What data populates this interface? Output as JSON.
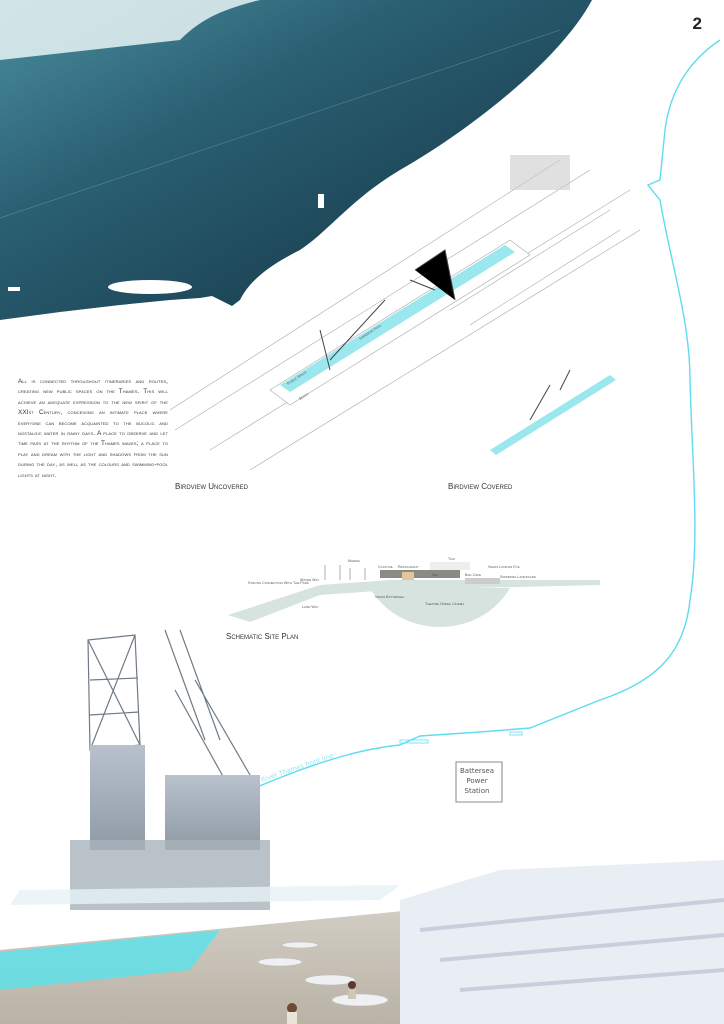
{
  "page_number": "2",
  "intro_text": "All is connected throughout itineraries and routes, creating new public spaces on the Thames. This will achieve an adequate expression to the new spirit of the XXIst Century, conceiving an intimate place where everyone can become acquainted to the bucolic and nostalgic water in rainy days. A place to observe and let time pass at the rhythm of the Thames waves; a place to play and dream with the light and shadows from the sun during the day, as well as the colours and swimming-pool lights at night.",
  "birdview": {
    "uncovered_caption": "Birdview Uncovered",
    "covered_caption": "Birdview Covered",
    "labels": [
      "Swimming Pool",
      "Public Space",
      "Beach"
    ]
  },
  "site_plan": {
    "caption": "Schematic Site Plan",
    "labels": {
      "marina": "Marina",
      "cocktail": "Cocktail",
      "restaurant": "Restaurant",
      "taxi": "Taxi",
      "spa": "Spa",
      "bar_cafe": "Bar Cafe",
      "views_london_eye": "Views London Eye",
      "swimming_landscape": "Swimming Landscape",
      "strong_connection": "Strong Connection With The Park",
      "water_way": "Water Way",
      "land_way": "Land Way",
      "views_battersea": "Views Battersea",
      "theatre": "Theatre Opera Cinema"
    }
  },
  "map": {
    "river_label": "River Thames front line",
    "landmark": "Battersea Power Station"
  },
  "colors": {
    "water": "#1d4a5c",
    "river_line": "#5fdcef",
    "pool": "#8fe6ec"
  }
}
